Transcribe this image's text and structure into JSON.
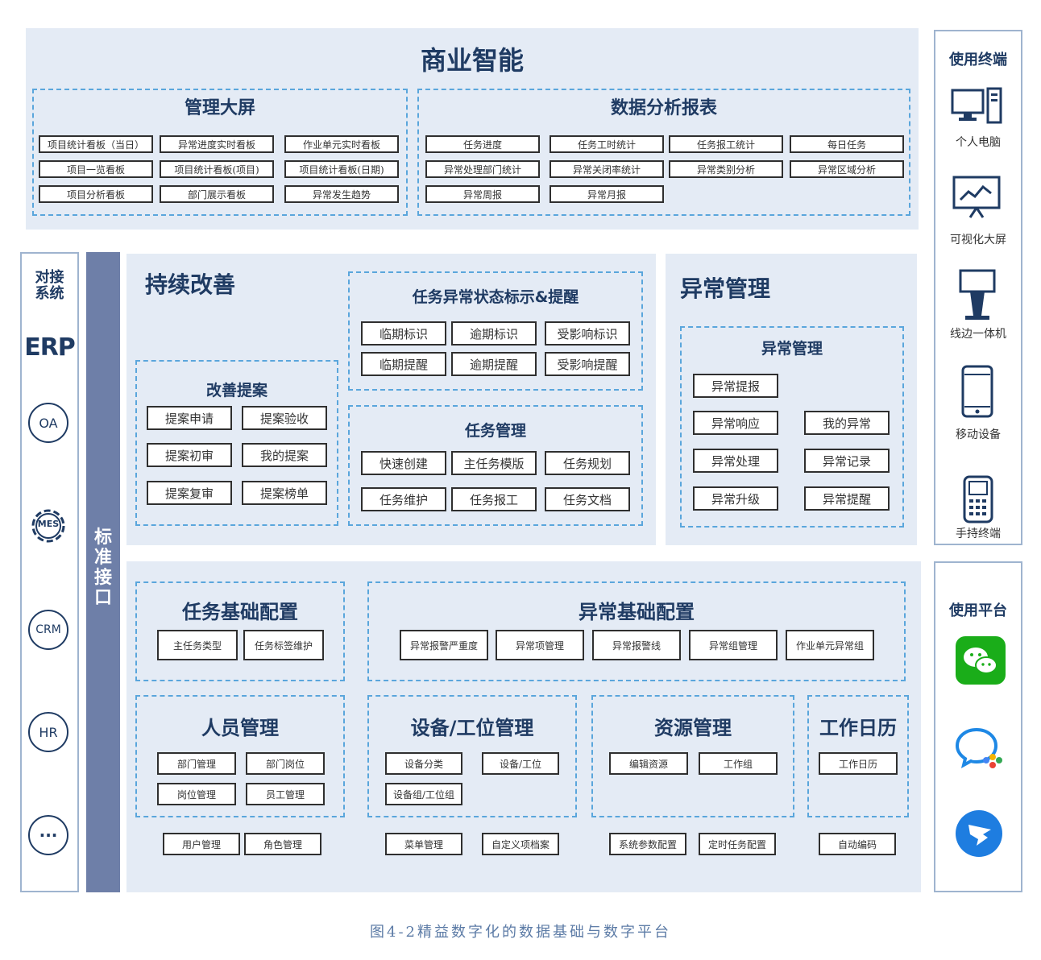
{
  "bi": {
    "title": "商业智能",
    "dashboard": {
      "title": "管理大屏",
      "items": [
        "项目统计看板（当日）",
        "异常进度实时看板",
        "作业单元实时看板",
        "项目一览看板",
        "项目统计看板(项目)",
        "项目统计看板(日期)",
        "项目分析看板",
        "部门展示看板",
        "异常发生趋势"
      ]
    },
    "reports": {
      "title": "数据分析报表",
      "items": [
        "任务进度",
        "任务工时统计",
        "任务报工统计",
        "每日任务",
        "异常处理部门统计",
        "异常关闭率统计",
        "异常类别分析",
        "异常区域分析",
        "异常周报",
        "异常月报"
      ]
    }
  },
  "interfaces": {
    "title": "对接系统",
    "items": [
      "ERP",
      "OA",
      "MES",
      "CRM",
      "HR",
      "···"
    ]
  },
  "std_interface": "标准接口",
  "improve": {
    "title": "持续改善",
    "proposal": {
      "title": "改善提案",
      "items": [
        "提案申请",
        "提案验收",
        "提案初审",
        "我的提案",
        "提案复审",
        "提案榜单"
      ]
    },
    "task_status": {
      "title": "任务异常状态标示&提醒",
      "items": [
        "临期标识",
        "逾期标识",
        "受影响标识",
        "临期提醒",
        "逾期提醒",
        "受影响提醒"
      ]
    },
    "task_mgmt": {
      "title": "任务管理",
      "items": [
        "快速创建",
        "主任务模版",
        "任务规划",
        "任务维护",
        "任务报工",
        "任务文档"
      ]
    }
  },
  "abnormal": {
    "title": "异常管理",
    "inner_title": "异常管理",
    "items": [
      "异常提报",
      "异常响应",
      "我的异常",
      "异常处理",
      "异常记录",
      "异常升级",
      "异常提醒"
    ]
  },
  "config": {
    "task_base": {
      "title": "任务基础配置",
      "items": [
        "主任务类型",
        "任务标签维护"
      ]
    },
    "abn_base": {
      "title": "异常基础配置",
      "items": [
        "异常报警严重度",
        "异常项管理",
        "异常报警线",
        "异常组管理",
        "作业单元异常组"
      ]
    },
    "people": {
      "title": "人员管理",
      "items": [
        "部门管理",
        "部门岗位",
        "岗位管理",
        "员工管理"
      ]
    },
    "equipment": {
      "title": "设备/工位管理",
      "items": [
        "设备分类",
        "设备/工位",
        "设备组/工位组"
      ]
    },
    "resource": {
      "title": "资源管理",
      "items": [
        "编辑资源",
        "工作组"
      ]
    },
    "calendar": {
      "title": "工作日历",
      "items": [
        "工作日历"
      ]
    },
    "bottom": [
      "用户管理",
      "角色管理",
      "菜单管理",
      "自定义项档案",
      "系统参数配置",
      "定时任务配置",
      "自动编码"
    ]
  },
  "terminals": {
    "title": "使用终端",
    "items": [
      "个人电脑",
      "可视化大屏",
      "线边一体机",
      "移动设备",
      "手持终端"
    ]
  },
  "platforms": {
    "title": "使用平台",
    "items": [
      "wechat-icon",
      "wecom-icon",
      "dingtalk-icon"
    ]
  },
  "caption": "图4-2精益数字化的数据基础与数字平台",
  "colors": {
    "panel": "#e4ebf5",
    "dash": "#5aa6dc",
    "title": "#1f3b63",
    "std_bar": "#6e7fa8",
    "wechat": "#1aad19",
    "dingtalk": "#1e7de0"
  }
}
